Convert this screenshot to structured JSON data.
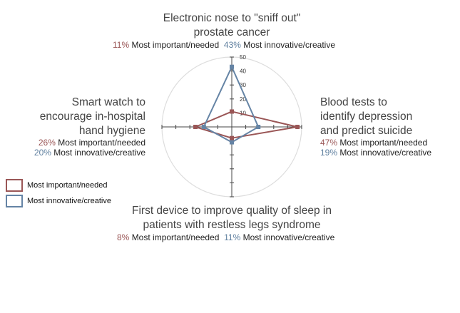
{
  "chart_data": {
    "type": "radar",
    "categories": [
      "Electronic nose to \"sniff out\" prostate cancer",
      "Blood tests to identify depression and predict suicide",
      "First device to improve quality of sleep in patients with restless legs syndrome",
      "Smart watch to encourage in-hospital hand hygiene"
    ],
    "category_lines": [
      [
        "Electronic nose to \"sniff out\"",
        "prostate cancer"
      ],
      [
        "Blood tests to",
        "identify depression",
        "and predict suicide"
      ],
      [
        "First device to improve quality of sleep in",
        "patients with restless legs syndrome"
      ],
      [
        "Smart watch to",
        "encourage in-hospital",
        "hand hygiene"
      ]
    ],
    "series": [
      {
        "name": "Most important/needed",
        "values": [
          11,
          47,
          8,
          26
        ],
        "color": "#9a5656"
      },
      {
        "name": "Most innovative/creative",
        "values": [
          43,
          19,
          11,
          20
        ],
        "color": "#6584a5"
      }
    ],
    "value_labels": [
      [
        "11%",
        "47%",
        "8%",
        "26%"
      ],
      [
        "43%",
        "19%",
        "11%",
        "20%"
      ]
    ],
    "radial_ticks": [
      "10",
      "20",
      "30",
      "40",
      "50"
    ],
    "rmax": 50,
    "grid_color": "#dddddd",
    "legend_position": "left"
  }
}
